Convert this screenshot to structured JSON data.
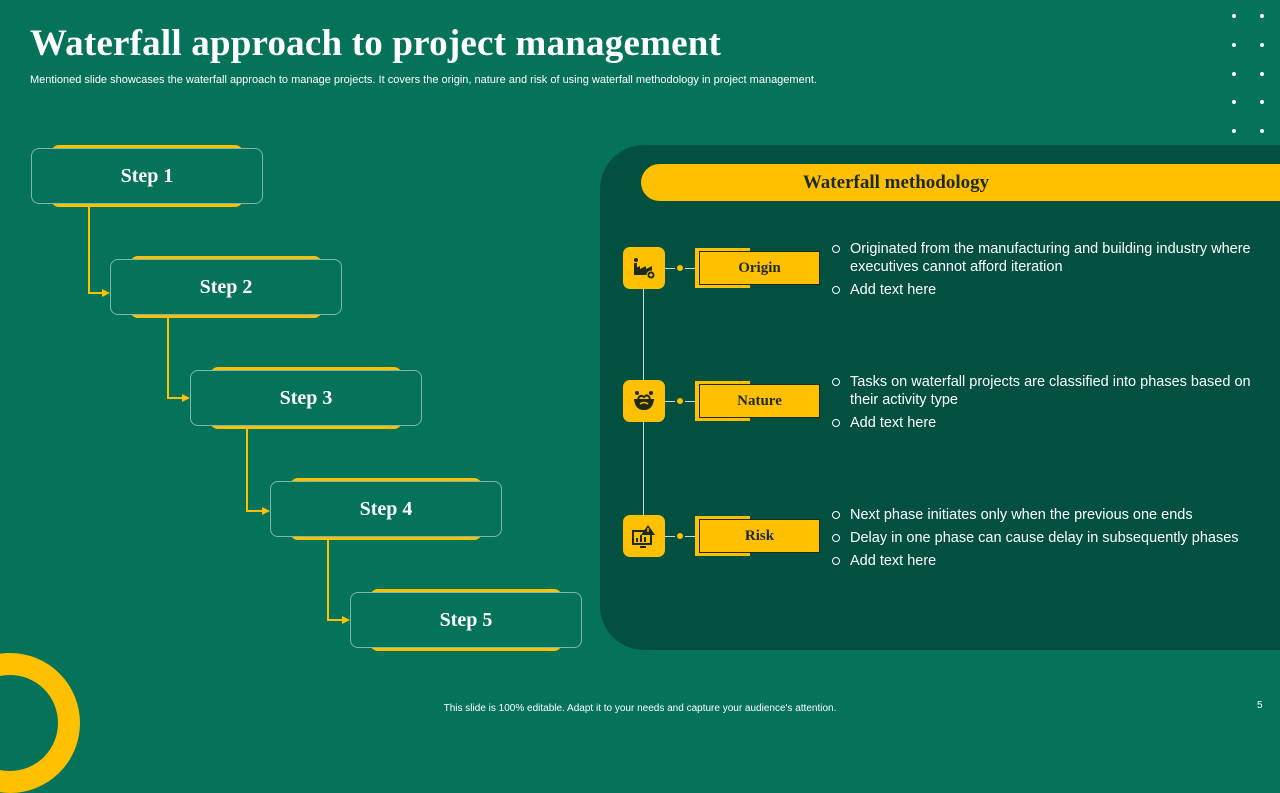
{
  "slide": {
    "title": "Waterfall approach to project management",
    "subtitle": "Mentioned slide showcases the waterfall approach to manage projects. It covers the origin, nature and risk of using waterfall methodology in project management.",
    "footer": "This slide is 100% editable.  Adapt it to your needs and capture your audience's attention.",
    "page_number": "5"
  },
  "steps": [
    "Step 1",
    "Step 2",
    "Step 3",
    "Step 4",
    "Step 5"
  ],
  "panel": {
    "heading": "Waterfall methodology",
    "items": [
      {
        "label": "Origin",
        "icon": "factory-icon",
        "bullets": [
          "Originated from the manufacturing and building industry where executives cannot afford iteration",
          "Add text here"
        ]
      },
      {
        "label": "Nature",
        "icon": "nature-bowl-icon",
        "bullets": [
          "Tasks on waterfall projects are classified into phases based on their activity type",
          "Add text here"
        ]
      },
      {
        "label": "Risk",
        "icon": "risk-warning-chart-icon",
        "bullets": [
          "Next phase initiates only when the previous one ends",
          "Delay in one phase can cause delay in subsequently phases",
          "Add text here"
        ]
      }
    ]
  },
  "colors": {
    "background": "#04735a",
    "panel": "#025040",
    "accent": "#ffc000"
  }
}
